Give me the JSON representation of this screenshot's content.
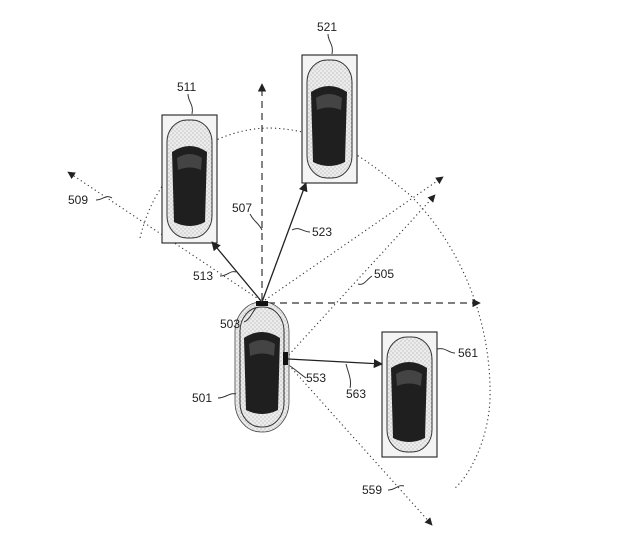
{
  "labels": {
    "ego_vehicle": "501",
    "sensor": "503",
    "fov_right": "505",
    "fov_forward": "507",
    "fov_left": "509",
    "vehicle_a": "511",
    "distance_a": "513",
    "vehicle_b": "521",
    "distance_b": "523",
    "side_sensor": "553",
    "fov_side": "559",
    "vehicle_c": "561",
    "distance_c": "563"
  },
  "colors": {
    "line": "#222222",
    "cabin": "#1f1f1f",
    "background": "#ffffff"
  }
}
